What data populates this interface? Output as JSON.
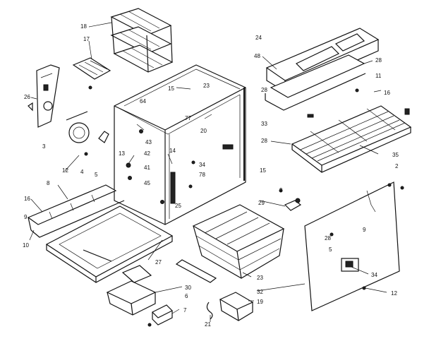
{
  "labels": [
    {
      "id": "l18a",
      "text": "18"
    },
    {
      "id": "l17",
      "text": "17"
    },
    {
      "id": "l24",
      "text": "24"
    },
    {
      "id": "l48",
      "text": "48"
    },
    {
      "id": "l28a",
      "text": "28"
    },
    {
      "id": "l11",
      "text": "11"
    },
    {
      "id": "l16a",
      "text": "16"
    },
    {
      "id": "l26",
      "text": "26"
    },
    {
      "id": "l15a",
      "text": "15"
    },
    {
      "id": "l64",
      "text": "64"
    },
    {
      "id": "l23a",
      "text": "23"
    },
    {
      "id": "l20",
      "text": "20"
    },
    {
      "id": "l77",
      "text": "77"
    },
    {
      "id": "l43",
      "text": "43"
    },
    {
      "id": "l42",
      "text": "42"
    },
    {
      "id": "l13",
      "text": "13"
    },
    {
      "id": "l14",
      "text": "14"
    },
    {
      "id": "l41",
      "text": "41"
    },
    {
      "id": "l34a",
      "text": "34"
    },
    {
      "id": "l78",
      "text": "78"
    },
    {
      "id": "l15b",
      "text": "15"
    },
    {
      "id": "l45",
      "text": "45"
    },
    {
      "id": "l25",
      "text": "25"
    },
    {
      "id": "l33",
      "text": "33"
    },
    {
      "id": "l28b",
      "text": "28"
    },
    {
      "id": "l35",
      "text": "35"
    },
    {
      "id": "l3",
      "text": "3"
    },
    {
      "id": "l12a",
      "text": "12"
    },
    {
      "id": "l4",
      "text": "4"
    },
    {
      "id": "l5a",
      "text": "5"
    },
    {
      "id": "l8",
      "text": "8"
    },
    {
      "id": "l16b",
      "text": "16"
    },
    {
      "id": "l9a",
      "text": "9"
    },
    {
      "id": "l10",
      "text": "10"
    },
    {
      "id": "l29",
      "text": "29"
    },
    {
      "id": "l9b",
      "text": "9"
    },
    {
      "id": "l9c",
      "text": "9"
    },
    {
      "id": "l28c",
      "text": "28"
    },
    {
      "id": "l5b",
      "text": "5"
    },
    {
      "id": "l34b",
      "text": "34"
    },
    {
      "id": "l27",
      "text": "27"
    },
    {
      "id": "l23b",
      "text": "23"
    },
    {
      "id": "l30",
      "text": "30"
    },
    {
      "id": "l6",
      "text": "6"
    },
    {
      "id": "l7",
      "text": "7"
    },
    {
      "id": "l32",
      "text": "32"
    },
    {
      "id": "l19",
      "text": "19"
    },
    {
      "id": "l21",
      "text": "21"
    },
    {
      "id": "l12b",
      "text": "12"
    },
    {
      "id": "l28d",
      "text": "28"
    },
    {
      "id": "l2",
      "text": "2"
    }
  ]
}
